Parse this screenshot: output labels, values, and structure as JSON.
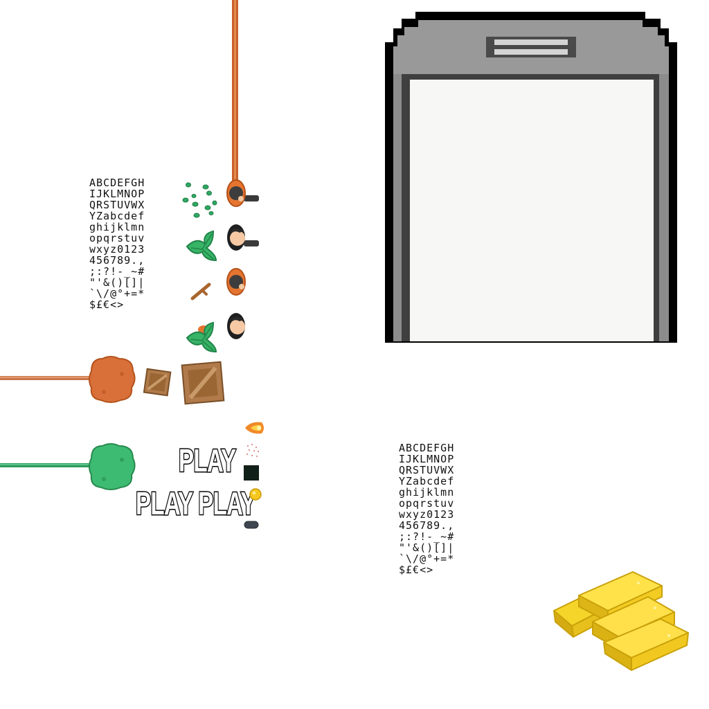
{
  "font_sheet_rows": [
    "ABCDEFGH",
    "IJKLMNOP",
    "QRSTUVWX",
    "YZabcdef",
    "ghijklmn",
    "opqrstuv",
    "wxyz0123",
    "456789.,",
    ";:?!-_~#",
    "\"'&()[]|",
    "`\\/@°+=*",
    "$£€<>"
  ],
  "buttons": {
    "play_single": "PLAY",
    "play_double": "PLAY PLAY"
  },
  "colors": {
    "orange": "#d9703a",
    "green": "#2fb36a",
    "crate": "#b07a4a",
    "phone_frame": "#8a8a8a",
    "gold": "#f7d531"
  },
  "icons": [
    "phone-frame-icon",
    "player-orange-icon",
    "player-black-icon",
    "leaf-icon",
    "stick-icon",
    "seeds-icon",
    "bush-orange-icon",
    "bush-green-icon",
    "crate-small-icon",
    "crate-large-icon",
    "fireball-icon",
    "particles-icon",
    "dark-square-icon",
    "coin-icon",
    "pill-icon",
    "gold-bars-icon"
  ]
}
